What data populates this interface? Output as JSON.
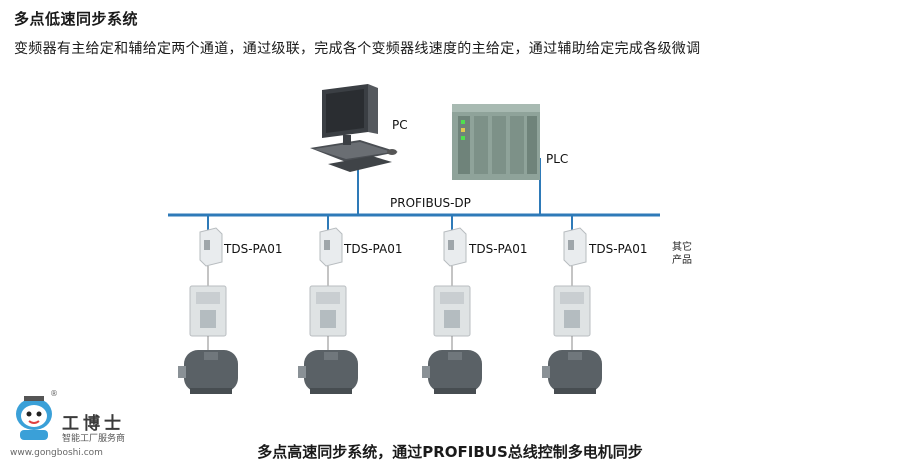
{
  "header": {
    "title": "多点低速同步系统",
    "subtitle": "变频器有主给定和辅给定两个通道，通过级联，完成各个变频器线速度的主给定，通过辅助给定完成各级微调"
  },
  "diagram": {
    "pc_label": "PC",
    "plc_label": "PLC",
    "bus_label": "PROFIBUS-DP",
    "module_labels": [
      "TDS-PA01",
      "TDS-PA01",
      "TDS-PA01",
      "TDS-PA01"
    ],
    "other_products_line1": "其它",
    "other_products_line2": "产品",
    "colors": {
      "bus": "#2e7ab8",
      "drive": "#dfe3e4",
      "motor": "#5a6166"
    }
  },
  "caption": "多点高速同步系统，通过PROFIBUS总线控制多电机同步",
  "watermark": {
    "brand": "工博士",
    "tagline": "智能工厂服务商",
    "url": "www.gongboshi.com",
    "registered": "®"
  }
}
